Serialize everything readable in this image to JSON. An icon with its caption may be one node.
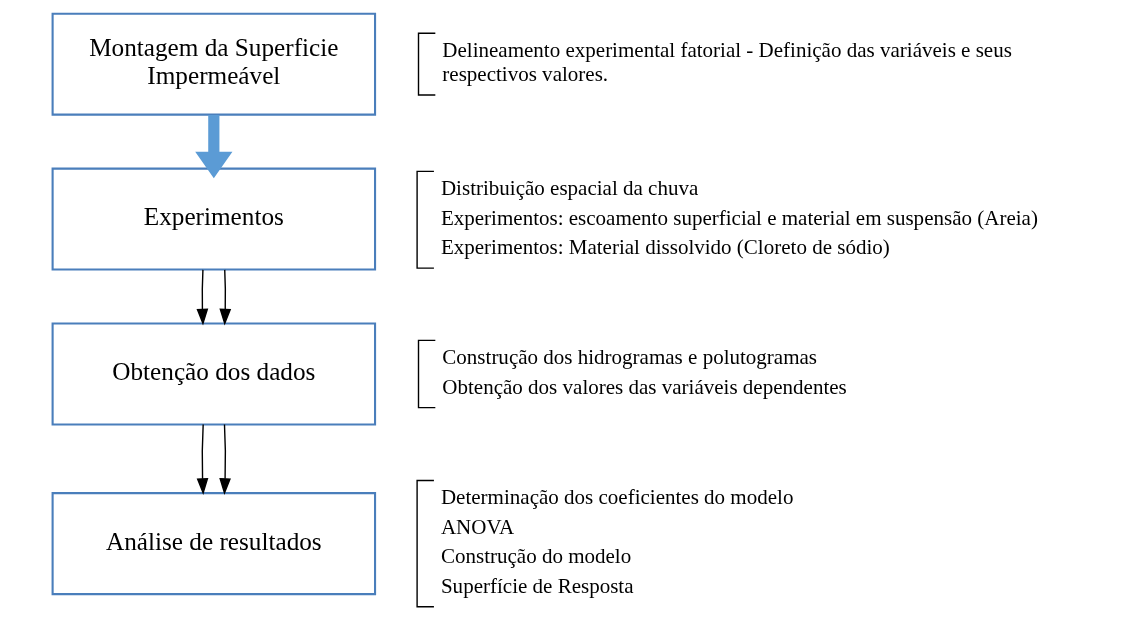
{
  "diagram": {
    "nodes": [
      {
        "text": [
          "Montagem da Superficie Impermeável"
        ],
        "beside": [
          "Delineamento experimental fatorial - Definição das variáveis e seus respectivos valores."
        ]
      },
      {
        "text": [
          "Experimentos"
        ],
        "beside": [
          "Distribuição espacial da chuva",
          "Experimentos: escoamento superficial e material em suspensão (Areia)",
          "Experimentos: Material dissolvido (Cloreto de sódio)"
        ]
      },
      {
        "text": [
          "Obtenção dos dados"
        ],
        "beside": [
          "Construção dos hidrogramas e polutogramas",
          "Obtenção dos valores das variáveis dependentes"
        ]
      },
      {
        "text": [
          "Análise de resultados"
        ],
        "beside": [
          "Determinação dos coeficientes do modelo",
          "ANOVA",
          "Construção do modelo",
          "Superfície de Resposta"
        ]
      }
    ],
    "edges": [
      {
        "from": 0,
        "to": 1,
        "arrow": "to",
        "style": "thick",
        "color": "#5b9bd5"
      },
      {
        "from": 1,
        "to": 2,
        "arrow": "to"
      },
      {
        "from": 1,
        "to": 2,
        "arrow": "to"
      },
      {
        "from": 2,
        "to": 3,
        "arrow": "to"
      },
      {
        "from": 2,
        "to": 3,
        "arrow": "to"
      }
    ]
  }
}
